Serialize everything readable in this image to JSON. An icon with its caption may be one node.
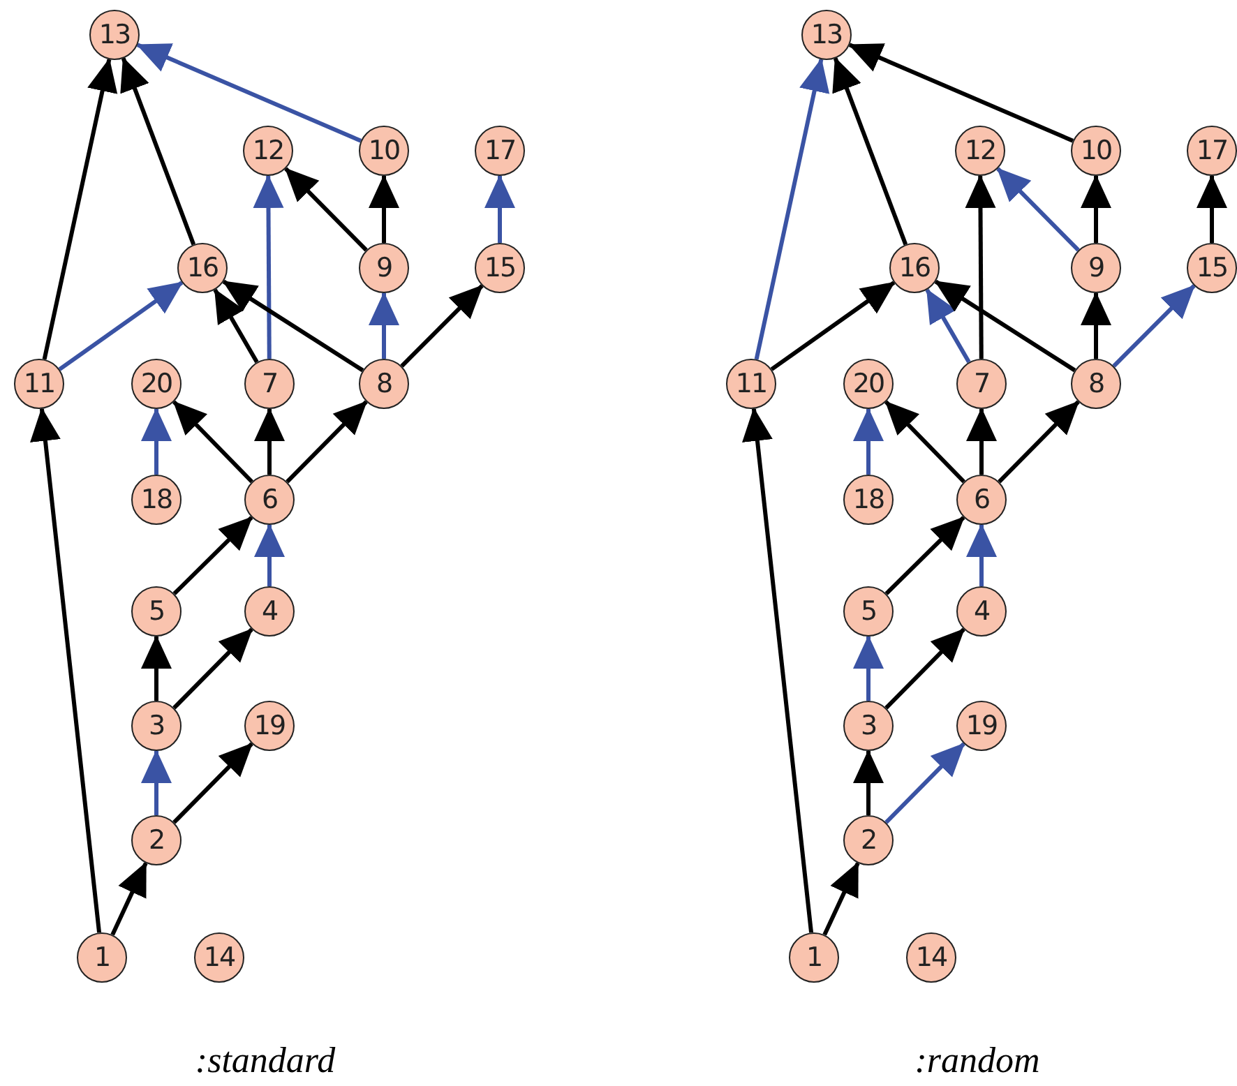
{
  "diagram": {
    "nodes": [
      {
        "text": [
          "1"
        ]
      },
      {
        "text": [
          "2"
        ]
      },
      {
        "text": [
          "3"
        ]
      },
      {
        "text": [
          "4"
        ]
      },
      {
        "text": [
          "5"
        ]
      },
      {
        "text": [
          "6"
        ]
      },
      {
        "text": [
          "7"
        ]
      },
      {
        "text": [
          "8"
        ]
      },
      {
        "text": [
          "9"
        ]
      },
      {
        "text": [
          "10"
        ]
      },
      {
        "text": [
          "11"
        ]
      },
      {
        "text": [
          "12"
        ]
      },
      {
        "text": [
          "13"
        ]
      },
      {
        "text": [
          "14"
        ]
      },
      {
        "text": [
          "15"
        ]
      },
      {
        "text": [
          "16"
        ]
      },
      {
        "text": [
          "17"
        ]
      },
      {
        "text": [
          "18"
        ]
      },
      {
        "text": [
          "19"
        ]
      },
      {
        "text": [
          "20"
        ]
      },
      {
        "text": [
          "1"
        ]
      },
      {
        "text": [
          "2"
        ]
      },
      {
        "text": [
          "3"
        ]
      },
      {
        "text": [
          "4"
        ]
      },
      {
        "text": [
          "5"
        ]
      },
      {
        "text": [
          "6"
        ]
      },
      {
        "text": [
          "7"
        ]
      },
      {
        "text": [
          "8"
        ]
      },
      {
        "text": [
          "9"
        ]
      },
      {
        "text": [
          "10"
        ]
      },
      {
        "text": [
          "11"
        ]
      },
      {
        "text": [
          "12"
        ]
      },
      {
        "text": [
          "13"
        ]
      },
      {
        "text": [
          "14"
        ]
      },
      {
        "text": [
          "15"
        ]
      },
      {
        "text": [
          "16"
        ]
      },
      {
        "text": [
          "17"
        ]
      },
      {
        "text": [
          "18"
        ]
      },
      {
        "text": [
          "19"
        ]
      },
      {
        "text": [
          "20"
        ]
      }
    ],
    "edges": [
      {
        "from": 0,
        "to": 10,
        "arrow": "to"
      },
      {
        "from": 0,
        "to": 1,
        "arrow": "to"
      },
      {
        "from": 1,
        "to": 2,
        "arrow": "to",
        "color": "#3a53a4"
      },
      {
        "from": 1,
        "to": 18,
        "arrow": "to"
      },
      {
        "from": 2,
        "to": 4,
        "arrow": "to"
      },
      {
        "from": 2,
        "to": 3,
        "arrow": "to"
      },
      {
        "from": 4,
        "to": 5,
        "arrow": "to"
      },
      {
        "from": 3,
        "to": 5,
        "arrow": "to",
        "color": "#3a53a4"
      },
      {
        "from": 5,
        "to": 19,
        "arrow": "to"
      },
      {
        "from": 5,
        "to": 6,
        "arrow": "to"
      },
      {
        "from": 5,
        "to": 7,
        "arrow": "to"
      },
      {
        "from": 17,
        "to": 19,
        "arrow": "to",
        "color": "#3a53a4"
      },
      {
        "from": 10,
        "to": 12,
        "arrow": "to"
      },
      {
        "from": 10,
        "to": 15,
        "arrow": "to",
        "color": "#3a53a4"
      },
      {
        "from": 15,
        "to": 12,
        "arrow": "to"
      },
      {
        "from": 6,
        "to": 15,
        "arrow": "to"
      },
      {
        "from": 6,
        "to": 11,
        "arrow": "to",
        "color": "#3a53a4"
      },
      {
        "from": 7,
        "to": 15,
        "arrow": "to"
      },
      {
        "from": 7,
        "to": 8,
        "arrow": "to",
        "color": "#3a53a4"
      },
      {
        "from": 7,
        "to": 14,
        "arrow": "to"
      },
      {
        "from": 8,
        "to": 11,
        "arrow": "to"
      },
      {
        "from": 8,
        "to": 9,
        "arrow": "to"
      },
      {
        "from": 9,
        "to": 12,
        "arrow": "to",
        "color": "#3a53a4"
      },
      {
        "from": 14,
        "to": 16,
        "arrow": "to",
        "color": "#3a53a4"
      },
      {
        "from": 20,
        "to": 30,
        "arrow": "to"
      },
      {
        "from": 20,
        "to": 21,
        "arrow": "to"
      },
      {
        "from": 21,
        "to": 22,
        "arrow": "to"
      },
      {
        "from": 21,
        "to": 38,
        "arrow": "to",
        "color": "#3a53a4"
      },
      {
        "from": 22,
        "to": 24,
        "arrow": "to",
        "color": "#3a53a4"
      },
      {
        "from": 22,
        "to": 23,
        "arrow": "to"
      },
      {
        "from": 24,
        "to": 25,
        "arrow": "to"
      },
      {
        "from": 23,
        "to": 25,
        "arrow": "to",
        "color": "#3a53a4"
      },
      {
        "from": 25,
        "to": 39,
        "arrow": "to"
      },
      {
        "from": 25,
        "to": 26,
        "arrow": "to"
      },
      {
        "from": 25,
        "to": 27,
        "arrow": "to"
      },
      {
        "from": 37,
        "to": 39,
        "arrow": "to",
        "color": "#3a53a4"
      },
      {
        "from": 30,
        "to": 32,
        "arrow": "to",
        "color": "#3a53a4"
      },
      {
        "from": 30,
        "to": 35,
        "arrow": "to"
      },
      {
        "from": 35,
        "to": 32,
        "arrow": "to"
      },
      {
        "from": 26,
        "to": 35,
        "arrow": "to",
        "color": "#3a53a4"
      },
      {
        "from": 26,
        "to": 31,
        "arrow": "to"
      },
      {
        "from": 27,
        "to": 35,
        "arrow": "to"
      },
      {
        "from": 27,
        "to": 28,
        "arrow": "to"
      },
      {
        "from": 27,
        "to": 34,
        "arrow": "to",
        "color": "#3a53a4"
      },
      {
        "from": 28,
        "to": 31,
        "arrow": "to",
        "color": "#3a53a4"
      },
      {
        "from": 28,
        "to": 29,
        "arrow": "to"
      },
      {
        "from": 29,
        "to": 32,
        "arrow": "to"
      },
      {
        "from": 34,
        "to": 36,
        "arrow": "to"
      }
    ],
    "labels": [
      ":standard",
      ":random"
    ]
  }
}
